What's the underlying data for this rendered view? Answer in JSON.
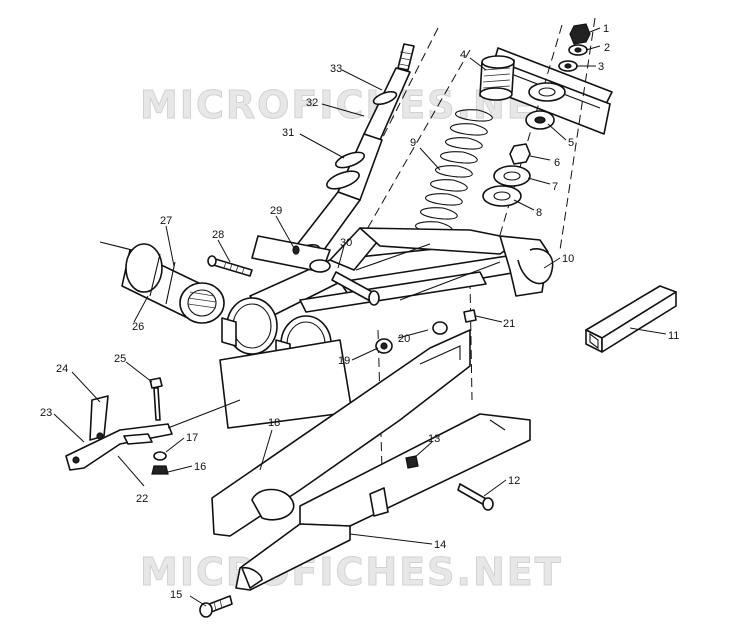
{
  "watermark": {
    "top": "MICROFICHES.NET",
    "bottom": "MICROFICHES.NET"
  },
  "callouts": [
    {
      "num": "1"
    },
    {
      "num": "2"
    },
    {
      "num": "3"
    },
    {
      "num": "4"
    },
    {
      "num": "5"
    },
    {
      "num": "6"
    },
    {
      "num": "7"
    },
    {
      "num": "8"
    },
    {
      "num": "9"
    },
    {
      "num": "10"
    },
    {
      "num": "11"
    },
    {
      "num": "12"
    },
    {
      "num": "13"
    },
    {
      "num": "14"
    },
    {
      "num": "15"
    },
    {
      "num": "16"
    },
    {
      "num": "17"
    },
    {
      "num": "18"
    },
    {
      "num": "19"
    },
    {
      "num": "20"
    },
    {
      "num": "21"
    },
    {
      "num": "22"
    },
    {
      "num": "23"
    },
    {
      "num": "24"
    },
    {
      "num": "25"
    },
    {
      "num": "26"
    },
    {
      "num": "27"
    },
    {
      "num": "28"
    },
    {
      "num": "29"
    },
    {
      "num": "30"
    },
    {
      "num": "31"
    },
    {
      "num": "32"
    },
    {
      "num": "33"
    }
  ]
}
